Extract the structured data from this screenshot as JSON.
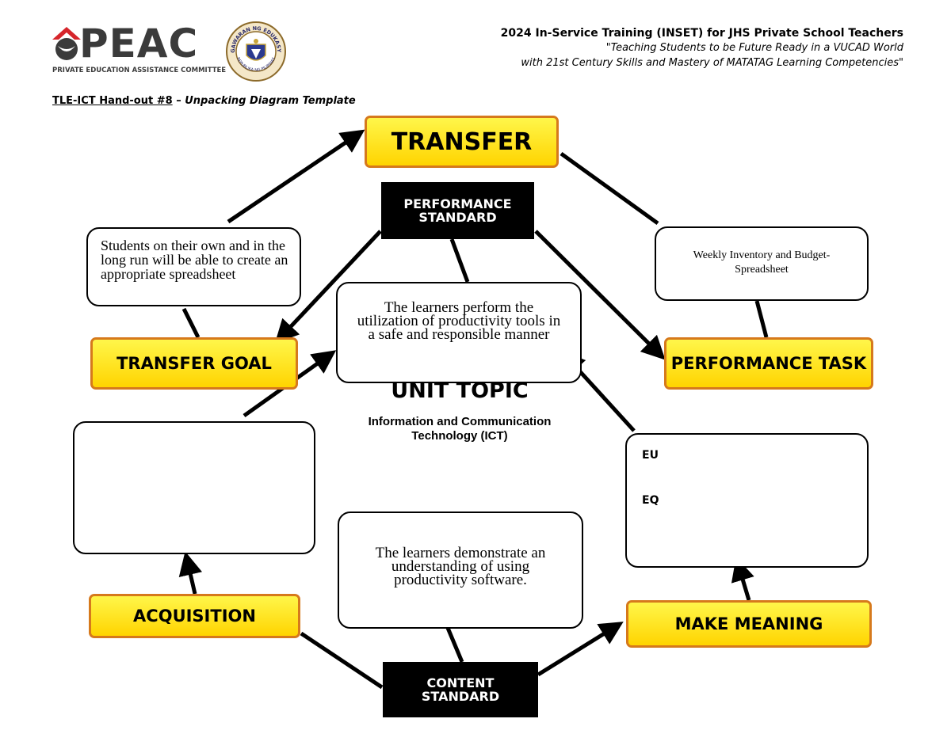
{
  "header": {
    "org_name": "PEAC",
    "org_full": "PRIVATE EDUCATION ASSISTANCE COMMITTEE",
    "seal_text_top": "KAGAWARAN NG EDUKASYON",
    "seal_text_bottom": "REPUBLIKA NG PILIPINAS",
    "title": "2024 In-Service Training (INSET) for JHS Private School Teachers",
    "quote_line1": "\"Teaching Students to be Future Ready in a VUCAD World",
    "quote_line2": "with 21st Century Skills and Mastery of MATATAG Learning Competencies\""
  },
  "handout": {
    "code": "TLE-ICT Hand-out #8",
    "dash": " – ",
    "subtitle": "Unpacking Diagram Template"
  },
  "diagram": {
    "transfer": "TRANSFER",
    "performance_standard_1": "PERFORMANCE",
    "performance_standard_2": "STANDARD",
    "transfer_goal": "TRANSFER GOAL",
    "transfer_goal_text": "Students on their own and in the long run will be able to create an appropriate spreadsheet",
    "performance_task": "PERFORMANCE TASK",
    "performance_task_text": "Weekly Inventory and Budget-Spreadsheet",
    "performance_standard_text": "The learners perform the utilization of productivity tools in a safe and responsible manner",
    "unit_topic": "UNIT TOPIC",
    "unit_topic_text": "Information and Communication Technology (ICT)",
    "acquisition": "ACQUISITION",
    "acquisition_text": "",
    "make_meaning": "MAKE MEANING",
    "eu_label": "EU",
    "eq_label": "EQ",
    "content_standard_text": "The learners demonstrate an understanding of using productivity software.",
    "content_standard_1": "CONTENT",
    "content_standard_2": "STANDARD"
  },
  "colors": {
    "yellow_fill": "#ffe600",
    "yellow_border": "#d6791c",
    "peac_red": "#d6252b",
    "peac_gray": "#3b3b3b"
  }
}
